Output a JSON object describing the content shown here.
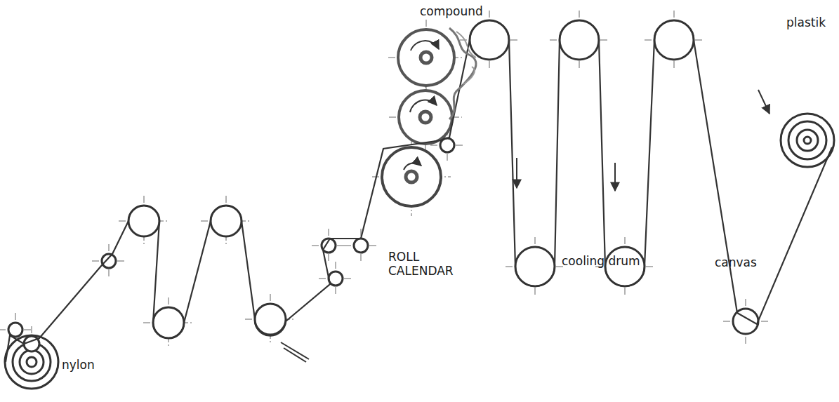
{
  "diagram": {
    "labels": [
      "compound",
      "plastik",
      "ROLL CALENDAR",
      "cooling drum",
      "canvas",
      "nylon"
    ]
  }
}
